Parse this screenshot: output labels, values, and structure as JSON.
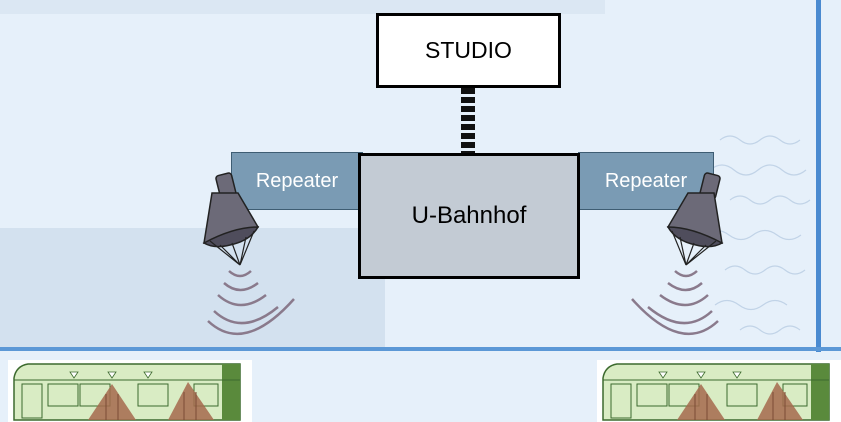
{
  "diagram": {
    "studio_label": "STUDIO",
    "station_label": "U-Bahnhof",
    "repeater_left_label": "Repeater",
    "repeater_right_label": "Repeater"
  },
  "colors": {
    "background": "#e6f0fa",
    "repeater_fill": "#7a9bb4",
    "station_fill": "#c3cbd4",
    "speaker_fill": "#6c6a78",
    "sound_wave": "#8a7a8c",
    "tram_body": "#d9ecc4",
    "tram_interior": "#a46a4e",
    "frame_accent": "#4a8ad0"
  }
}
